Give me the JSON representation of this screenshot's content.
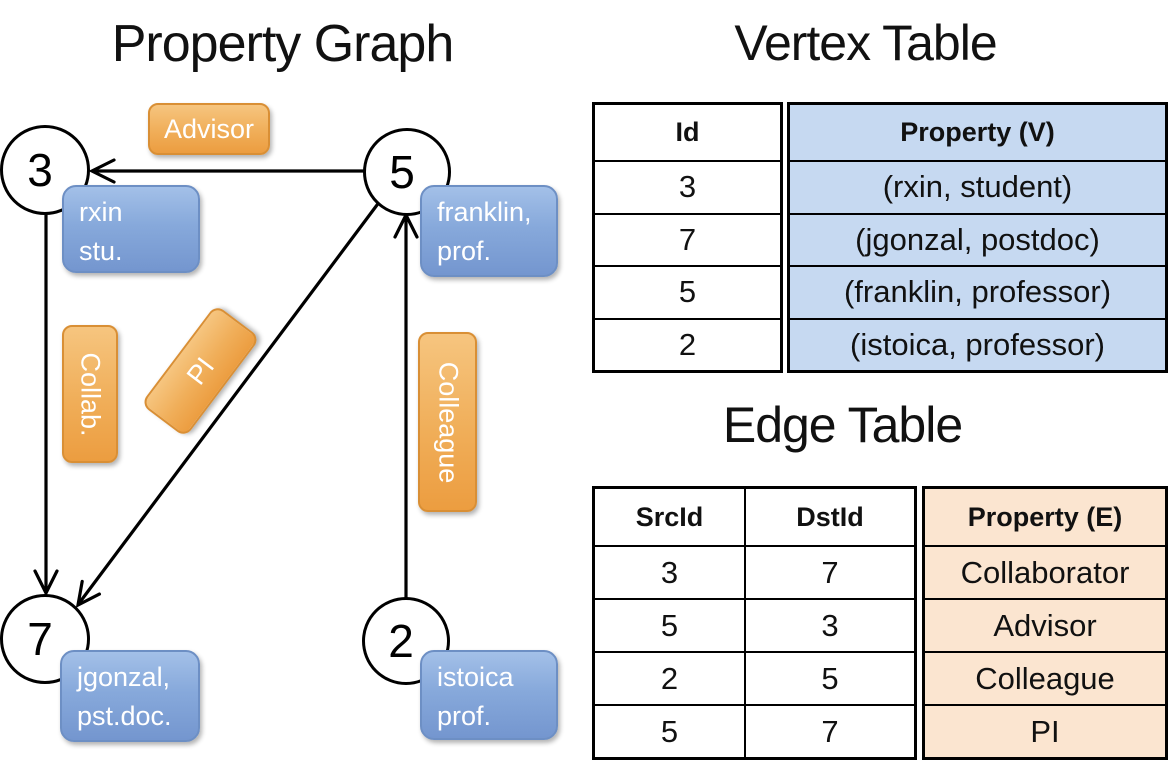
{
  "graph": {
    "title": "Property Graph",
    "nodes": [
      {
        "id": "3",
        "label_lines": [
          "rxin",
          "stu."
        ]
      },
      {
        "id": "5",
        "label_lines": [
          "franklin,",
          "prof."
        ]
      },
      {
        "id": "7",
        "label_lines": [
          "jgonzal,",
          "pst.doc."
        ]
      },
      {
        "id": "2",
        "label_lines": [
          "istoica",
          "prof."
        ]
      }
    ],
    "edges": [
      {
        "label": "Advisor",
        "from": "5",
        "to": "3"
      },
      {
        "label": "Collab.",
        "from": "3",
        "to": "7"
      },
      {
        "label": "PI",
        "from": "5",
        "to": "7"
      },
      {
        "label": "Colleague",
        "from": "2",
        "to": "5"
      }
    ]
  },
  "vertex_table": {
    "title": "Vertex Table",
    "columns": [
      "Id",
      "Property (V)"
    ],
    "rows": [
      [
        "3",
        "(rxin, student)"
      ],
      [
        "7",
        "(jgonzal, postdoc)"
      ],
      [
        "5",
        "(franklin, professor)"
      ],
      [
        "2",
        "(istoica, professor)"
      ]
    ]
  },
  "edge_table": {
    "title": "Edge Table",
    "columns": [
      "SrcId",
      "DstId",
      "Property (E)"
    ],
    "rows": [
      [
        "3",
        "7",
        "Collaborator"
      ],
      [
        "5",
        "3",
        "Advisor"
      ],
      [
        "2",
        "5",
        "Colleague"
      ],
      [
        "5",
        "7",
        "PI"
      ]
    ]
  },
  "colors": {
    "edge_label_orange": "#ec9d40",
    "vertex_label_blue": "#7496cf",
    "vertex_property_bg": "#c6d9f1",
    "edge_property_bg": "#fbe5d0",
    "line_black": "#000000"
  }
}
